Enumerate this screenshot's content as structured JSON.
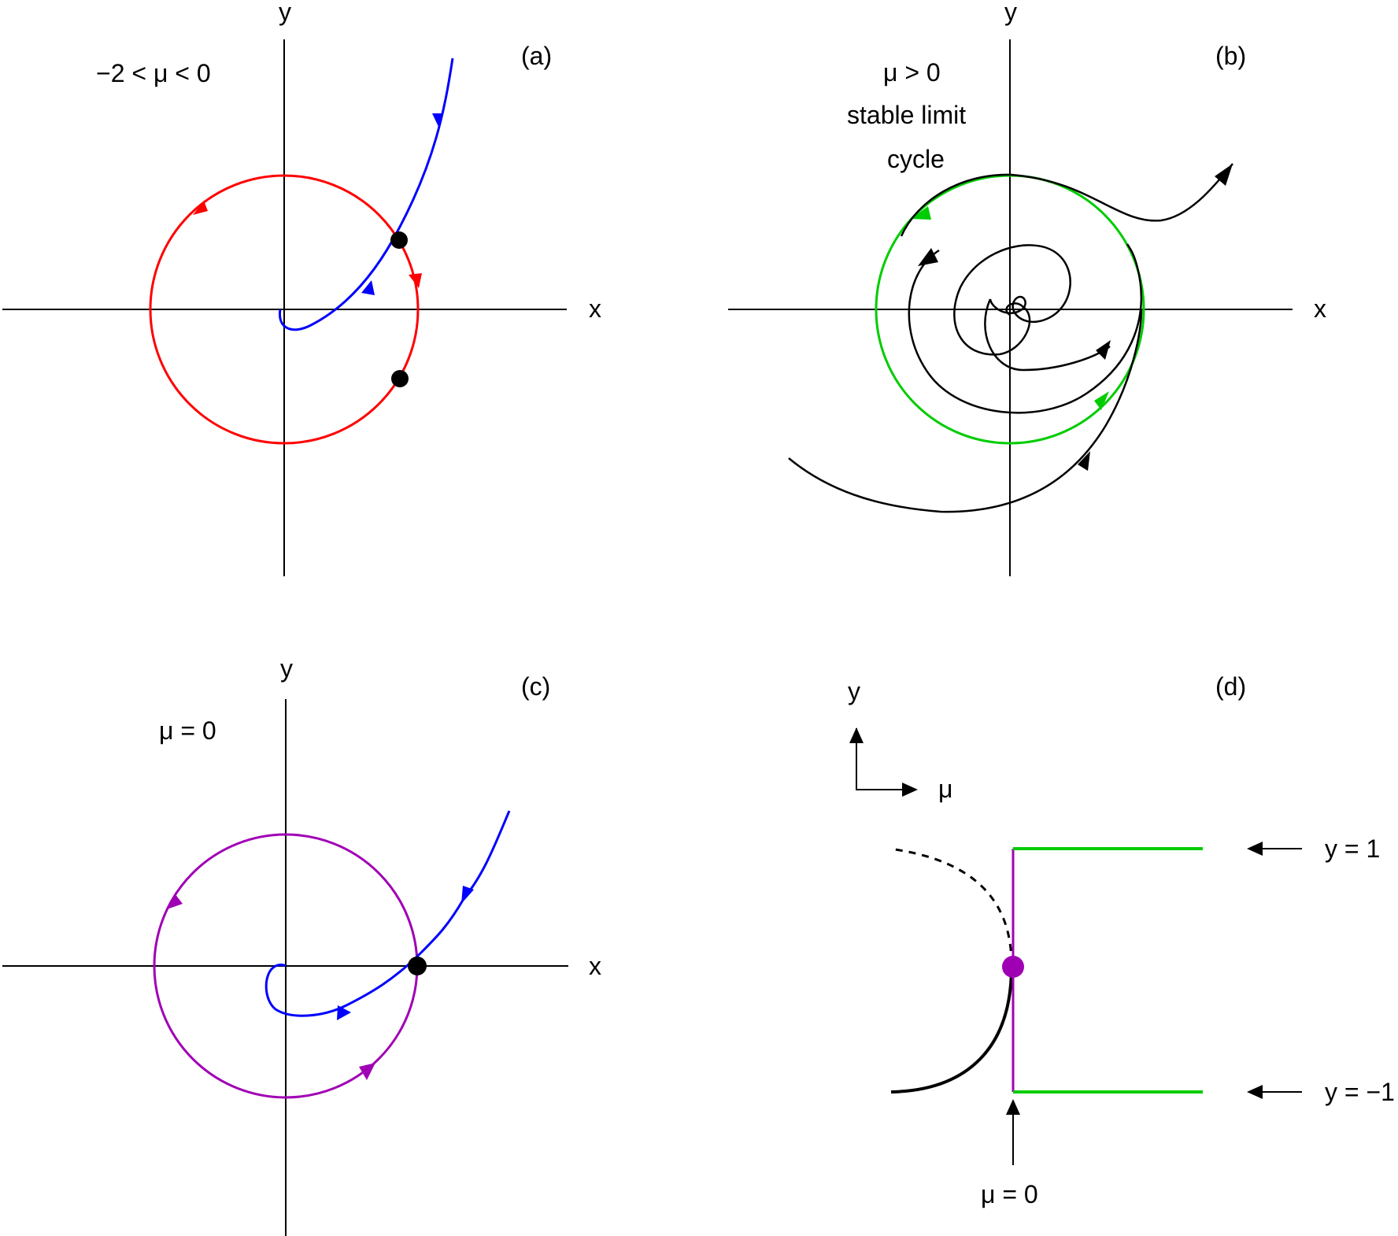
{
  "panels": {
    "a": {
      "tag": "(a)",
      "condition": "−2 < μ < 0",
      "x_label": "x",
      "y_label": "y",
      "circle_color": "#ff0000",
      "trajectory_color": "#0000ff"
    },
    "b": {
      "tag": "(b)",
      "condition": "μ > 0",
      "note_line1": "stable limit",
      "note_line2": "cycle",
      "x_label": "x",
      "y_label": "y",
      "cycle_color": "#00cc00",
      "trajectory_color": "#000000"
    },
    "c": {
      "tag": "(c)",
      "condition": "μ = 0",
      "x_label": "x",
      "y_label": "y",
      "circle_color": "#a000b4",
      "trajectory_color": "#0000ff"
    },
    "d": {
      "tag": "(d)",
      "axis_y": "y",
      "axis_mu": "μ",
      "label_top": "y = 1",
      "label_bottom": "y = −1",
      "label_mu": "μ = 0",
      "branch_color": "#00cc00",
      "vertical_color": "#a000b4"
    }
  }
}
